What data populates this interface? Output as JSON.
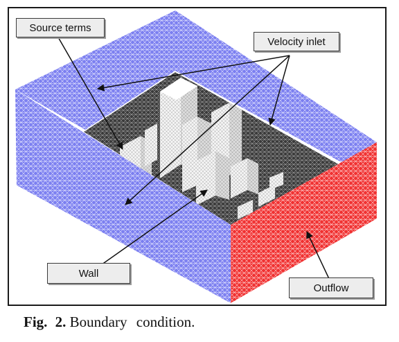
{
  "figure": {
    "labels": {
      "source_terms": "Source terms",
      "velocity_inlet": "Velocity inlet",
      "wall": "Wall",
      "outflow": "Outflow"
    },
    "colors": {
      "inlet_faces": "#7b7ff0",
      "outflow_face": "#f03030",
      "floor_mesh": "#3a3a3a",
      "buildings": "#f2f2f2",
      "callout_fill": "#ededed",
      "arrow": "#111111"
    }
  },
  "caption": {
    "label": "Fig. 2.",
    "text": "Boundary condition."
  }
}
